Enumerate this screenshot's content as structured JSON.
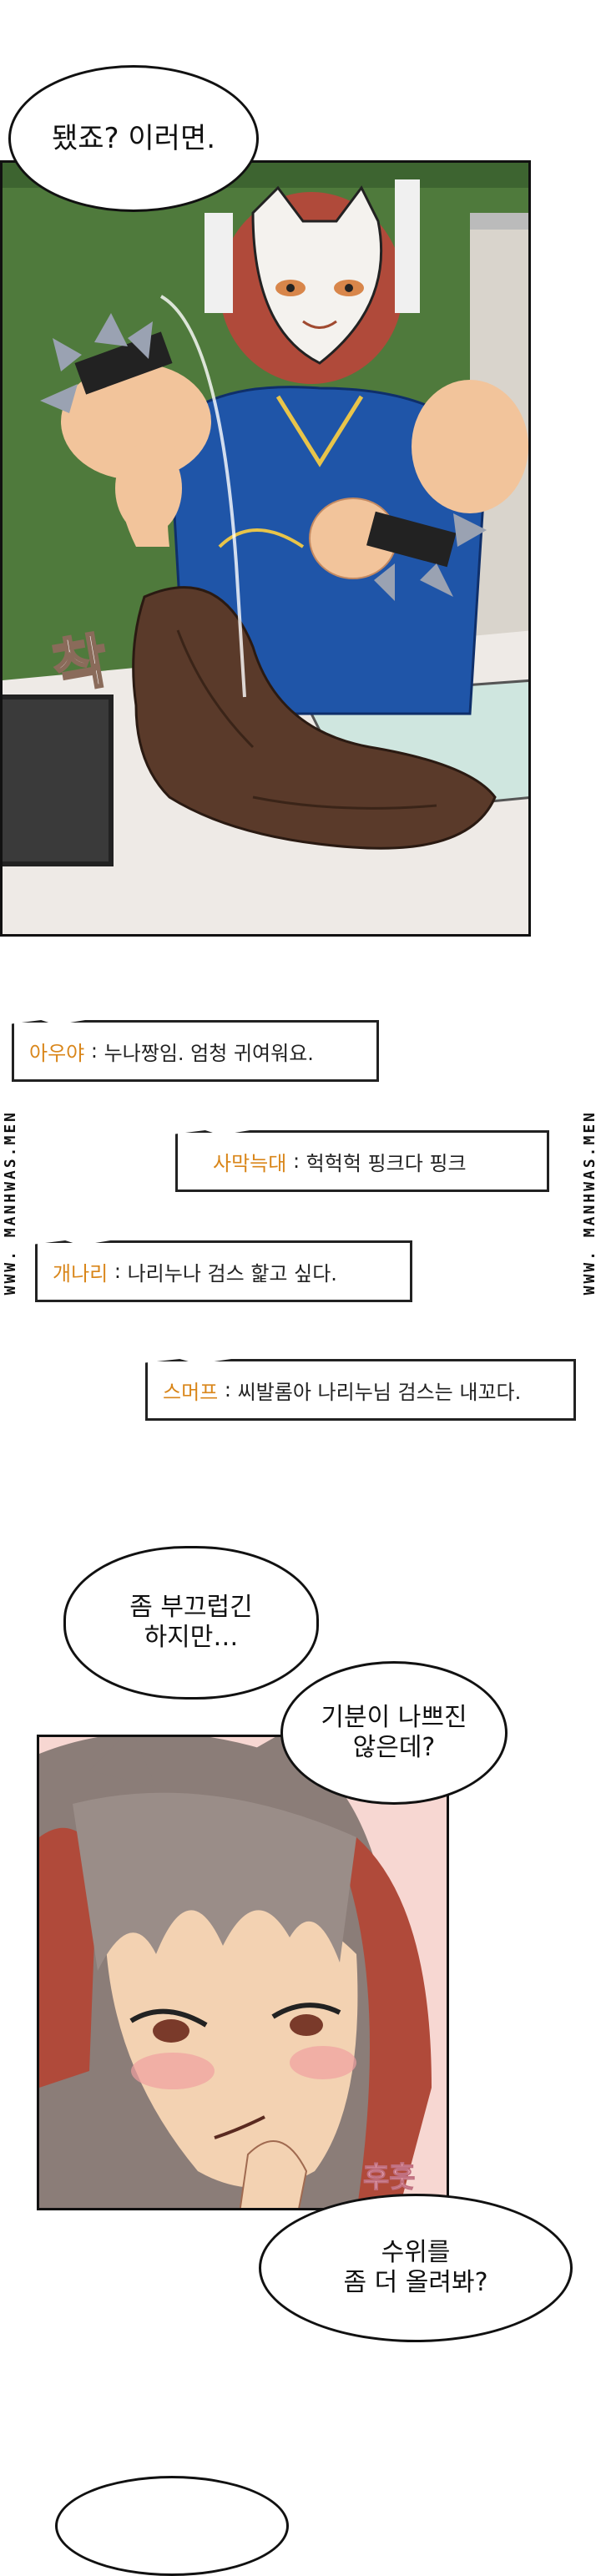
{
  "panel1": {
    "bubble": "됐죠? 이러면.",
    "sfx": "착"
  },
  "chat_messages": [
    {
      "nick": "아우야",
      "sep": " : ",
      "text": "누나짱임. 엄청 귀여워요."
    },
    {
      "nick": "사막늑대",
      "sep": " : ",
      "text": "헉헉헉 핑크다 핑크"
    },
    {
      "nick": "개나리",
      "sep": " : ",
      "text": "나리누나 검스 핥고 싶다."
    },
    {
      "nick": "스머프",
      "sep": " : ",
      "text": "씨발롬아 나리누님 검스는 내꼬다."
    }
  ],
  "watermark": "WWW. MANHWAS.MEN",
  "panel2": {
    "bubble1_line1": "좀 부끄럽긴",
    "bubble1_line2": "하지만…",
    "bubble2_line1": "기분이 나쁘진",
    "bubble2_line2": "않은데?",
    "sfx": "후훗",
    "bubble3_line1": "수위를",
    "bubble3_line2": "좀 더 올려봐?"
  },
  "colors": {
    "nick": "#d9861a",
    "wall": "#4f7a3c",
    "dress": "#1f55a8",
    "skin": "#f2c49b",
    "hair": "#b04a3a",
    "stocking": "#5a3a2a",
    "panel2_bg": "#f7d7d2"
  }
}
